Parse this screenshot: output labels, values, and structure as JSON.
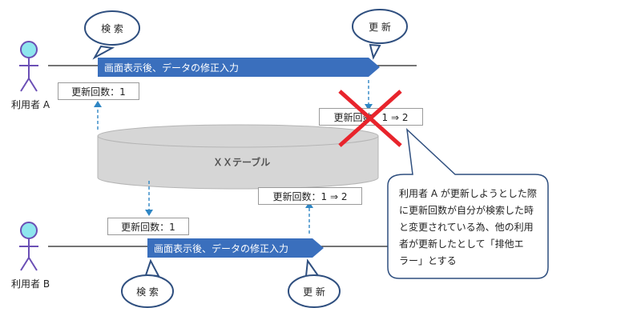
{
  "actor_a": {
    "label": "利用者 A"
  },
  "actor_b": {
    "label": "利用者 B"
  },
  "lane_a": {
    "banner": "画面表示後、データの修正入力",
    "search_bubble": "検 索",
    "update_bubble": "更 新",
    "count_box": "更新回数：1",
    "update_box": "更新回数：1 ⇒ 2",
    "rejected": true
  },
  "lane_b": {
    "banner": "画面表示後、データの修正入力",
    "search_bubble": "検 索",
    "update_bubble": "更 新",
    "count_box": "更新回数：1",
    "update_box": "更新回数：1 ⇒ 2"
  },
  "table": {
    "label": "ＸＸテーブル"
  },
  "note": {
    "lines": [
      "利用者 A が更新しようとした際",
      "に更新回数が自分が検索した時",
      "と変更されている為、他の利用",
      "者が更新したとして「排他エ",
      "ラー」とする"
    ]
  },
  "colors": {
    "banner_blue": "#3a6fbd",
    "bubble_stroke": "#2f4f7f",
    "actor_fill": "#8ee6ee",
    "actor_stroke": "#6b4fb5",
    "arrow_blue": "#2f86c4",
    "cross_red": "#e8242c",
    "db_fill": "#d6d6d6"
  }
}
